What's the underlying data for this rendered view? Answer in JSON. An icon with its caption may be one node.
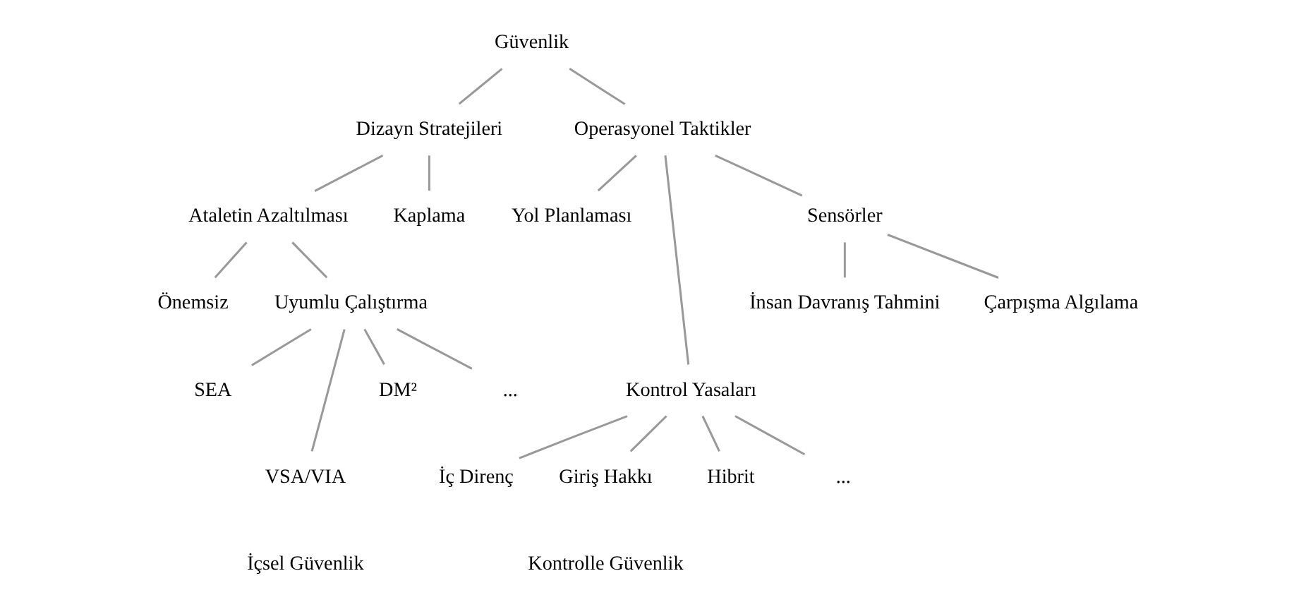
{
  "diagram": {
    "nodes": [
      {
        "text": [
          "Güvenlik"
        ]
      },
      {
        "text": [
          "Dizayn Stratejileri"
        ]
      },
      {
        "text": [
          "Operasyonel Taktikler"
        ]
      },
      {
        "text": [
          "Ataletin Azaltılması"
        ]
      },
      {
        "text": [
          "Kaplama"
        ]
      },
      {
        "text": [
          "Önemsiz"
        ]
      },
      {
        "text": [
          "Uyumlu Çalıştırma"
        ]
      },
      {
        "text": [
          "SEA"
        ]
      },
      {
        "text": [
          "VSA/VIA"
        ]
      },
      {
        "text": [
          "DM²"
        ]
      },
      {
        "text": [
          "..."
        ]
      },
      {
        "text": [
          "Yol Planlaması"
        ]
      },
      {
        "text": [
          "Kontrol Yasaları"
        ]
      },
      {
        "text": [
          "Sensörler"
        ]
      },
      {
        "text": [
          "İnsan Davranış Tahmini"
        ]
      },
      {
        "text": [
          "Çarpışma Algılama"
        ]
      },
      {
        "text": [
          "İç Direnç"
        ]
      },
      {
        "text": [
          "Giriş Hakkı"
        ]
      },
      {
        "text": [
          "Hibrit"
        ]
      },
      {
        "text": [
          "..."
        ]
      }
    ],
    "edges": [
      {
        "from": 0,
        "to": 1,
        "arrow": "none"
      },
      {
        "from": 0,
        "to": 2,
        "arrow": "none"
      },
      {
        "from": 1,
        "to": 3,
        "arrow": "none"
      },
      {
        "from": 1,
        "to": 4,
        "arrow": "none"
      },
      {
        "from": 3,
        "to": 5,
        "arrow": "none"
      },
      {
        "from": 3,
        "to": 6,
        "arrow": "none"
      },
      {
        "from": 6,
        "to": 7,
        "arrow": "none"
      },
      {
        "from": 6,
        "to": 8,
        "arrow": "none"
      },
      {
        "from": 6,
        "to": 9,
        "arrow": "none"
      },
      {
        "from": 6,
        "to": 10,
        "arrow": "none"
      },
      {
        "from": 2,
        "to": 11,
        "arrow": "none"
      },
      {
        "from": 2,
        "to": 12,
        "arrow": "none"
      },
      {
        "from": 2,
        "to": 13,
        "arrow": "none"
      },
      {
        "from": 13,
        "to": 14,
        "arrow": "none"
      },
      {
        "from": 13,
        "to": 15,
        "arrow": "none"
      },
      {
        "from": 12,
        "to": 16,
        "arrow": "none"
      },
      {
        "from": 12,
        "to": 17,
        "arrow": "none"
      },
      {
        "from": 12,
        "to": 18,
        "arrow": "none"
      },
      {
        "from": 12,
        "to": 19,
        "arrow": "none"
      }
    ],
    "labels": [
      "İçsel Güvenlik",
      "Kontrolle Güvenlik"
    ]
  }
}
